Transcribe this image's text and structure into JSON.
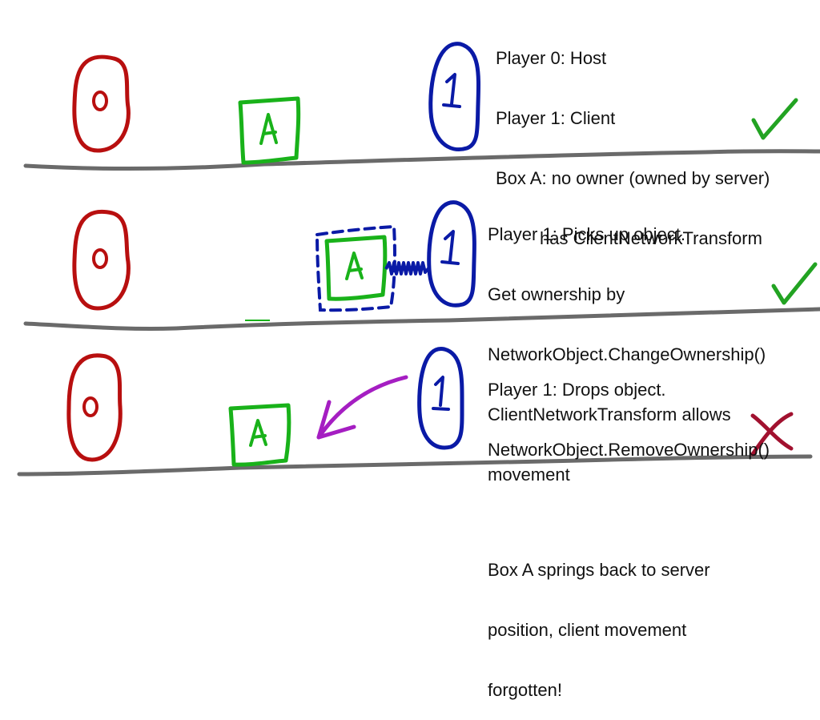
{
  "title": "Ownership and ClientNetworkTransform sketch",
  "colors": {
    "player0": "#b80f0f",
    "player1": "#0a1aa6",
    "box": "#19b21a",
    "ground": "#6a6a6a",
    "arrow": "#a51ec2",
    "check": "#22a322",
    "cross": "#a1112f",
    "text": "#111111"
  },
  "panels": [
    {
      "id": "panel-1",
      "player0_label": "0",
      "player1_label": "1",
      "box_label": "A",
      "box_state": "resting",
      "text_lines": [
        "Player 0: Host",
        "Player 1: Client",
        "Box A: no owner (owned by server)",
        "         has ClientNetworkTransform"
      ],
      "result": "check"
    },
    {
      "id": "panel-2",
      "player0_label": "0",
      "player1_label": "1",
      "box_label": "A",
      "box_state": "held-by-player-1",
      "text_lines": [
        "Player 1: Picks up object.",
        "Get ownership by",
        "NetworkObject.ChangeOwnership()",
        "ClientNetworkTransform allows",
        "movement"
      ],
      "result": "check"
    },
    {
      "id": "panel-3",
      "player0_label": "0",
      "player1_label": "1",
      "box_label": "A",
      "box_state": "dropped-springs-back",
      "text_lines": [
        "Player 1: Drops object.",
        "NetworkObject.RemoveOwnership()",
        "",
        "Box A springs back to server",
        "position, client movement",
        "forgotten!"
      ],
      "result": "cross"
    }
  ]
}
